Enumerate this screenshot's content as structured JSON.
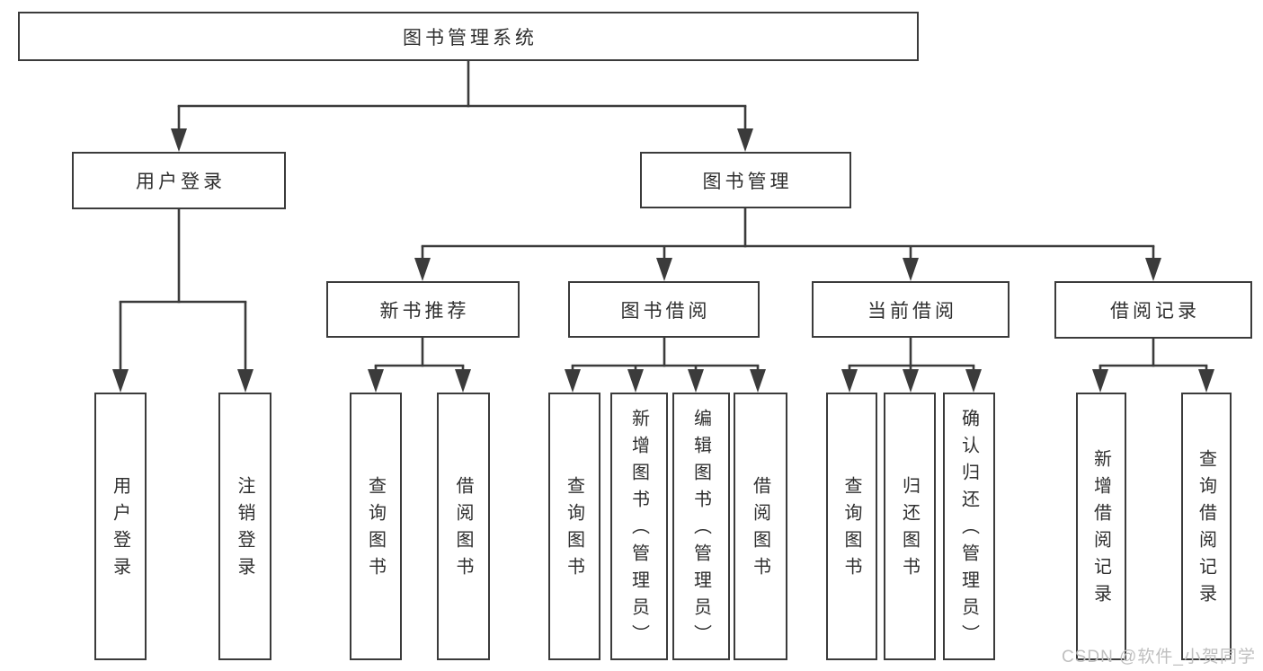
{
  "diagram_title": "图书管理系统",
  "tree": {
    "label": "图书管理系统",
    "children": [
      {
        "label": "用户登录",
        "children": [
          {
            "label": "用户登录"
          },
          {
            "label": "注销登录"
          }
        ]
      },
      {
        "label": "图书管理",
        "children": [
          {
            "label": "新书推荐",
            "children": [
              {
                "label": "查询图书"
              },
              {
                "label": "借阅图书"
              }
            ]
          },
          {
            "label": "图书借阅",
            "children": [
              {
                "label": "查询图书"
              },
              {
                "label": "新增图书（管理员）"
              },
              {
                "label": "编辑图书（管理员）"
              },
              {
                "label": "借阅图书"
              }
            ]
          },
          {
            "label": "当前借阅",
            "children": [
              {
                "label": "查询图书"
              },
              {
                "label": "归还图书"
              },
              {
                "label": "确认归还（管理员）"
              }
            ]
          },
          {
            "label": "借阅记录",
            "children": [
              {
                "label": "新增借阅记录"
              },
              {
                "label": "查询借阅记录"
              }
            ]
          }
        ]
      }
    ]
  },
  "watermark": {
    "text": "CSDN @软件_小贺同学"
  },
  "colors": {
    "line": "#3b3b3b",
    "text": "#2f2f2f",
    "box_background": "#ffffff",
    "watermark": "#bfbfbf"
  }
}
